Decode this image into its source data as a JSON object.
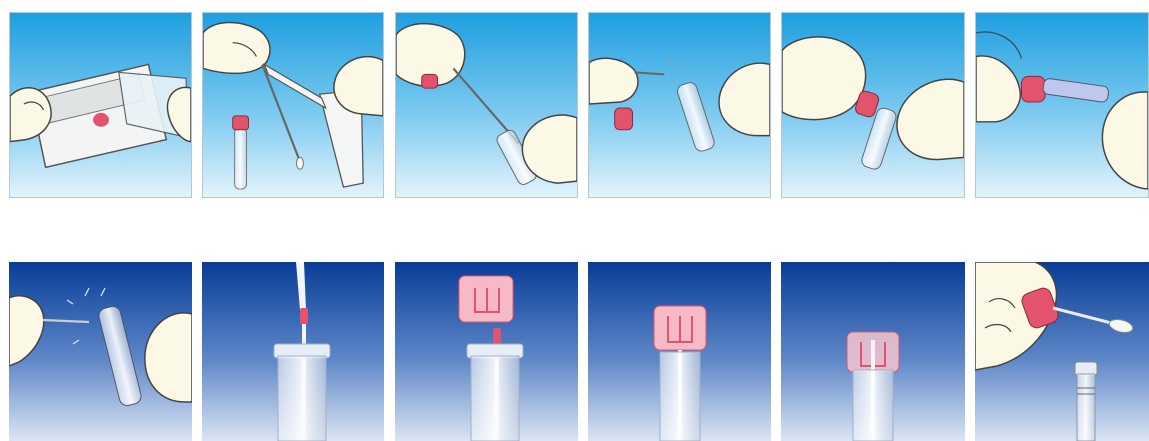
{
  "figure": {
    "rows": [
      {
        "steps": [
          {
            "scene": "peel-open-swab-package"
          },
          {
            "scene": "remove-swab-from-package"
          },
          {
            "scene": "collect-sample-with-swab"
          },
          {
            "scene": "break-swab-shaft"
          },
          {
            "scene": "cap-transport-tube"
          },
          {
            "scene": "remove-swab-from-cap"
          }
        ]
      },
      {
        "steps": [
          {
            "scene": "snap-swab-at-breakpoint"
          },
          {
            "scene": "swab-inserted-into-tube"
          },
          {
            "scene": "cap-above-tube"
          },
          {
            "scene": "cap-lowering-onto-tube"
          },
          {
            "scene": "cap-secured-on-tube"
          },
          {
            "scene": "swab-removed-with-cap"
          }
        ]
      }
    ]
  },
  "colors": {
    "sky_top": "#2aa9e6",
    "sky_bottom": "#dff1fb",
    "navy_top": "#0a3f9a",
    "navy_bottom": "#d8e3f2",
    "glove": "#fbf8e6",
    "cap_pink": "#e4536e",
    "cap_light": "#f6b9c6"
  }
}
